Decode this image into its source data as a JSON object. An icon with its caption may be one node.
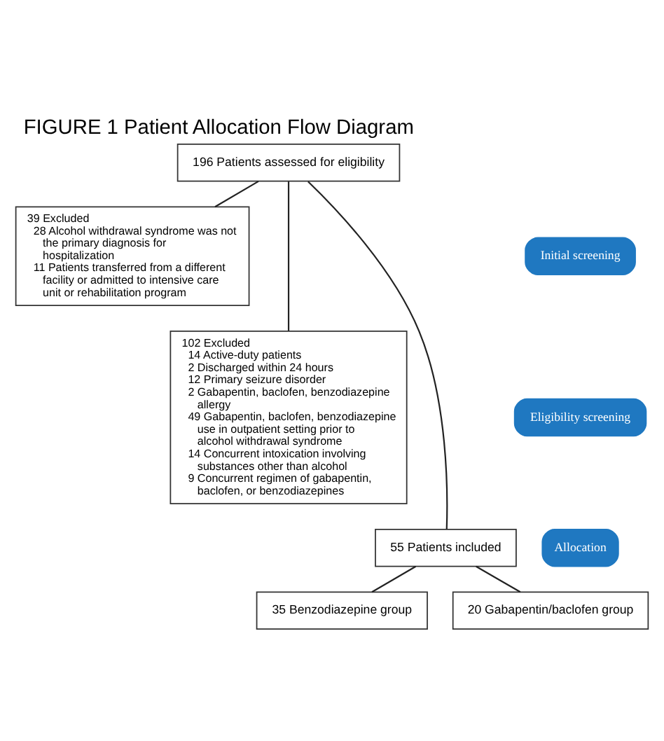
{
  "diagram": {
    "title": "FIGURE 1 Patient Allocation Flow Diagram",
    "nodes": [
      {
        "text": [
          "196 Patients assessed for eligibility"
        ]
      },
      {
        "text": [
          "Initial screening"
        ]
      },
      {
        "text": [
          "39 Excluded",
          "28 Alcohol withdrawal syndrome was not the primary diagnosis for hospitalization",
          "11 Patients transferred from a different facility or admitted to intensive care unit or rehabilitation program"
        ]
      },
      {
        "text": [
          "Eligibility screening"
        ]
      },
      {
        "text": [
          "102 Excluded",
          "14 Active-duty patients",
          "2 Discharged within 24 hours",
          "12 Primary seizure disorder",
          "2 Gabapentin, baclofen, benzodiazepine allergy",
          "49 Gabapentin, baclofen, benzodiazepine use in outpatient setting prior to alcohol withdrawal syndrome",
          "14 Concurrent intoxication involving substances other than alcohol",
          "9 Concurrent regimen of gabapentin, baclofen, or benzodiazepines"
        ]
      },
      {
        "text": [
          "Allocation"
        ]
      },
      {
        "text": [
          "55 Patients included"
        ]
      },
      {
        "text": [
          "35 Benzodiazepine group"
        ]
      },
      {
        "text": [
          "20 Gabapentin/baclofen group"
        ]
      }
    ],
    "edges": [
      {
        "from": 0,
        "to": 2,
        "arrow": "none"
      },
      {
        "from": 0,
        "to": 4,
        "arrow": "none"
      },
      {
        "from": 0,
        "to": 6,
        "arrow": "none"
      },
      {
        "from": 6,
        "to": 7,
        "arrow": "none"
      },
      {
        "from": 6,
        "to": 8,
        "arrow": "none"
      }
    ]
  }
}
